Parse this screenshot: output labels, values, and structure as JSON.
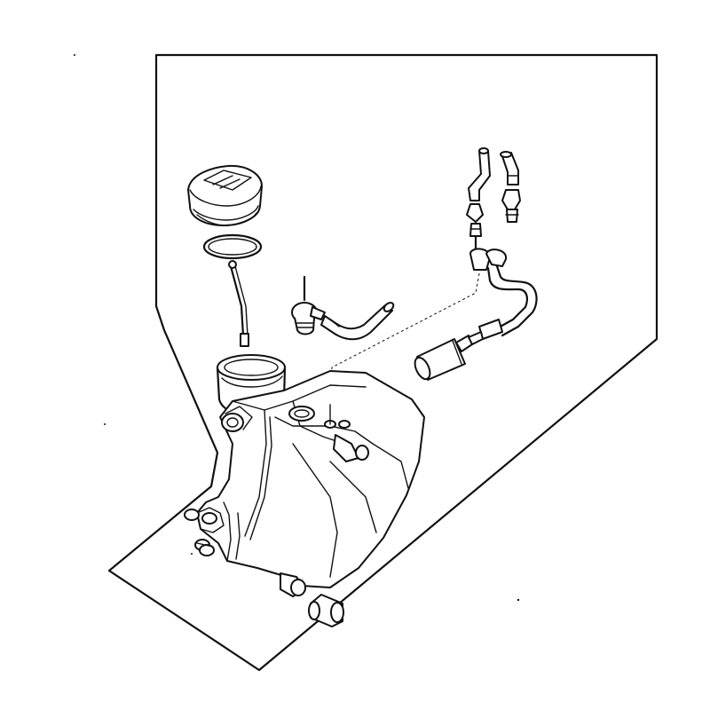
{
  "diagram": {
    "parts": [
      {
        "id": "filler-cap",
        "icon": "filler-cap-icon"
      },
      {
        "id": "o-ring",
        "icon": "o-ring-icon"
      },
      {
        "id": "filler-neck",
        "icon": "filler-neck-icon"
      },
      {
        "id": "dipstick-rod",
        "icon": "rod-icon"
      },
      {
        "id": "vent-valve",
        "icon": "valve-icon"
      },
      {
        "id": "vent-hose",
        "icon": "hose-icon"
      },
      {
        "id": "hose-left",
        "icon": "hose-icon"
      },
      {
        "id": "hose-right",
        "icon": "hose-icon"
      },
      {
        "id": "connector-left",
        "icon": "connector-icon"
      },
      {
        "id": "connector-right",
        "icon": "connector-icon"
      },
      {
        "id": "fuel-pipe",
        "icon": "pipe-icon"
      },
      {
        "id": "fuel-filter",
        "icon": "filter-icon"
      },
      {
        "id": "fuel-tank",
        "icon": "tank-icon"
      },
      {
        "id": "mounting-bolt",
        "icon": "bolt-icon"
      },
      {
        "id": "rubber-mount-front",
        "icon": "mount-icon"
      },
      {
        "id": "rubber-mount-rear",
        "icon": "mount-icon"
      }
    ],
    "colors": {
      "line": "#111111",
      "background": "#ffffff"
    }
  }
}
